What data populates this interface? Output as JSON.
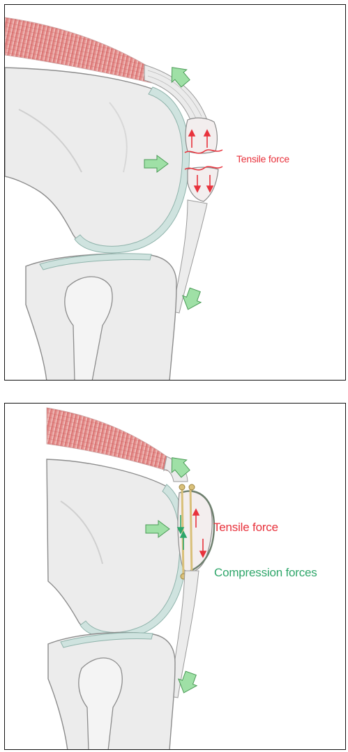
{
  "panels": [
    {
      "id": "patellar-fracture",
      "labels": {
        "tensile": "Tensile force"
      },
      "colors": {
        "tensile": "#e8323c",
        "force_arrow": "#9fe0a6",
        "cartilage": "#cfe3df"
      }
    },
    {
      "id": "tension-band-fixation",
      "labels": {
        "tensile": "Tensile force",
        "compression": "Compression forces"
      },
      "colors": {
        "tensile": "#e8323c",
        "compression": "#2fa66a",
        "force_arrow": "#9fe0a6",
        "implant": "#d9c07a"
      }
    }
  ]
}
